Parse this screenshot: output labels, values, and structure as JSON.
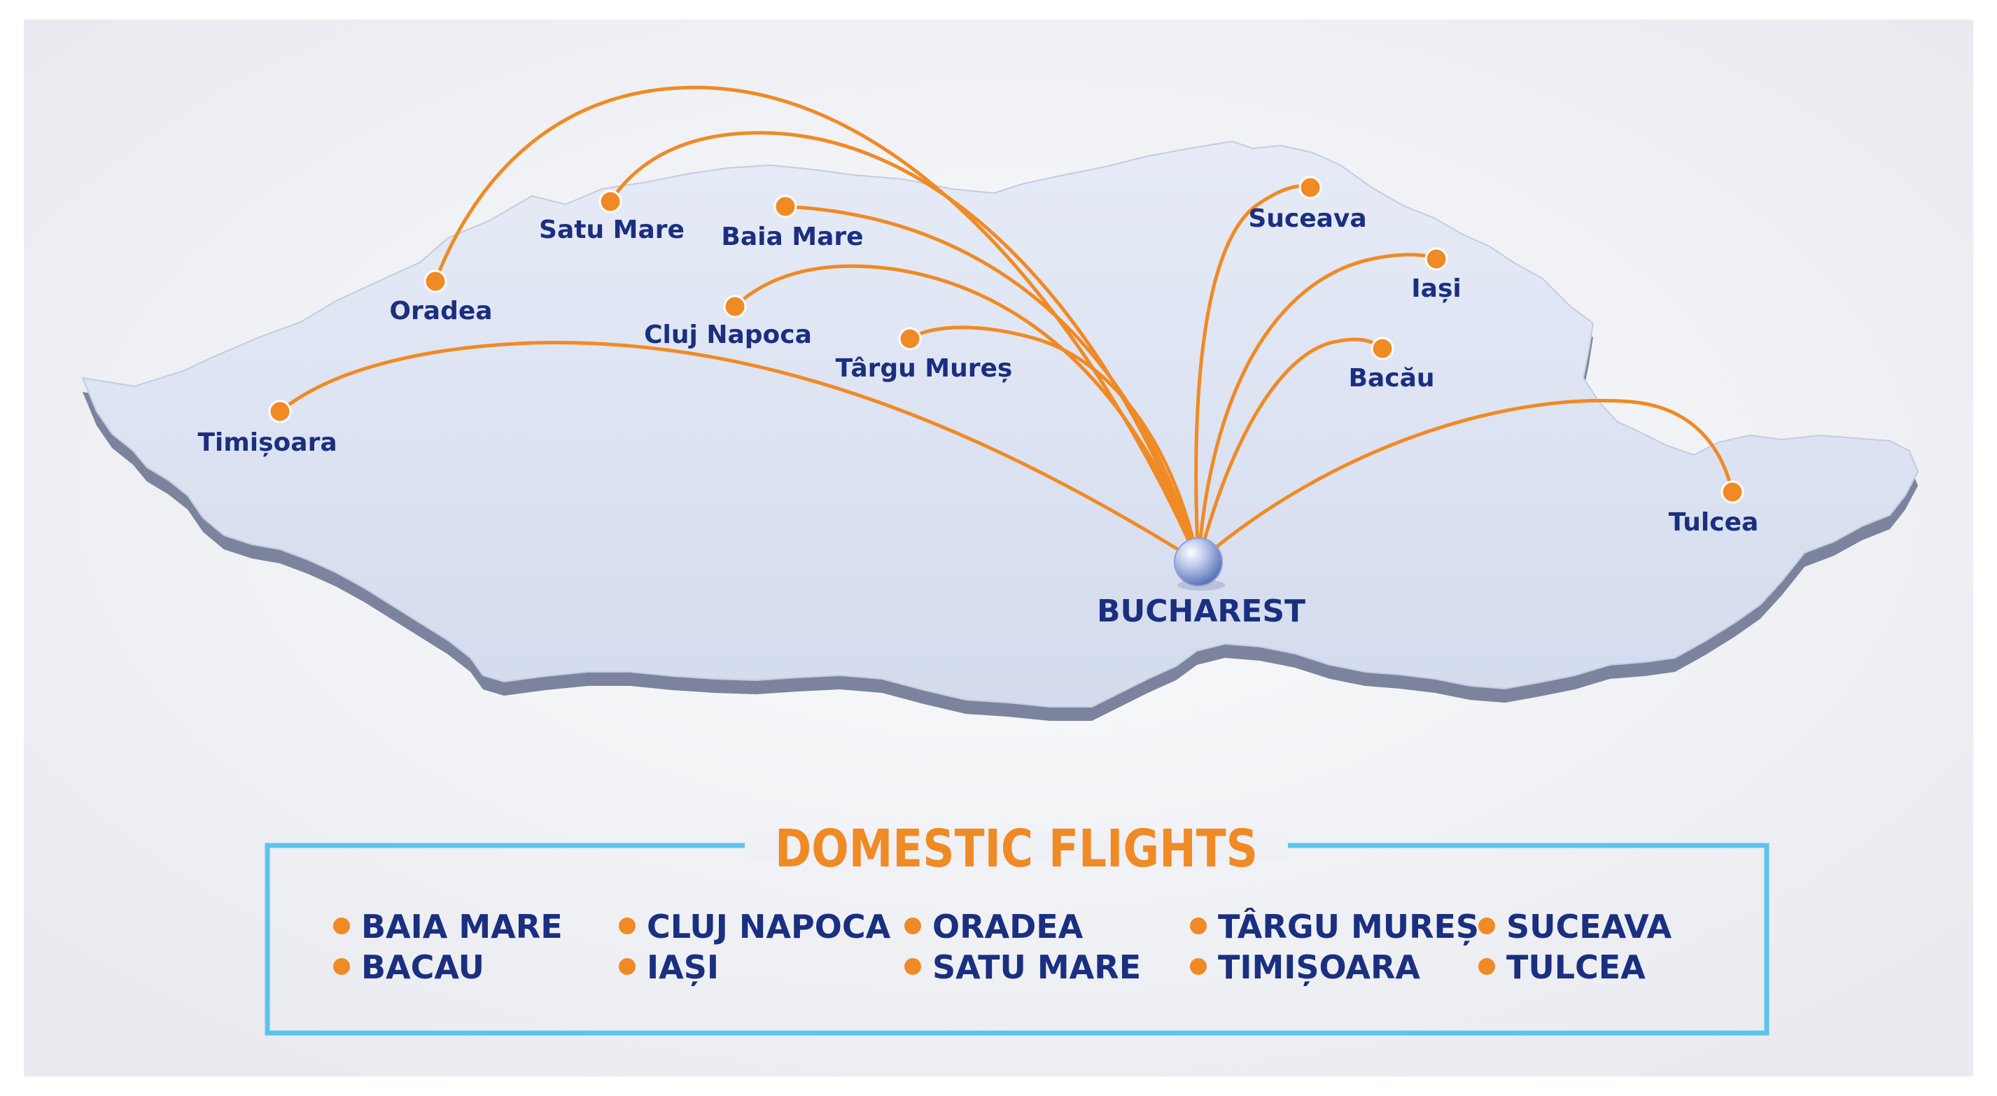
{
  "map": {
    "hub": {
      "name": "BUCHAREST"
    },
    "cities": [
      {
        "id": "timisoara",
        "name": "Timișoara"
      },
      {
        "id": "oradea",
        "name": "Oradea"
      },
      {
        "id": "satu-mare",
        "name": "Satu Mare"
      },
      {
        "id": "baia-mare",
        "name": "Baia Mare"
      },
      {
        "id": "cluj-napoca",
        "name": "Cluj Napoca"
      },
      {
        "id": "targu-mures",
        "name": "Târgu Mureș"
      },
      {
        "id": "suceava",
        "name": "Suceava"
      },
      {
        "id": "iasi",
        "name": "Iași"
      },
      {
        "id": "bacau",
        "name": "Bacău"
      },
      {
        "id": "tulcea",
        "name": "Tulcea"
      }
    ]
  },
  "legend": {
    "title": "DOMESTIC FLIGHTS",
    "items": [
      "BAIA MARE",
      "BACAU",
      "CLUJ NAPOCA",
      "IAȘI",
      "ORADEA",
      "SATU MARE",
      "TÂRGU MUREȘ",
      "TIMIȘOARA",
      "SUCEAVA",
      "TULCEA"
    ]
  },
  "colors": {
    "route": "#F08A24",
    "city_dot": "#F08A24",
    "label": "#1B2F80",
    "land": "#DCE3F2",
    "land_edge": "#7D879E",
    "legend_border": "#5BC3EE",
    "legend_title": "#F08A24",
    "background": "#F1F2F5"
  }
}
